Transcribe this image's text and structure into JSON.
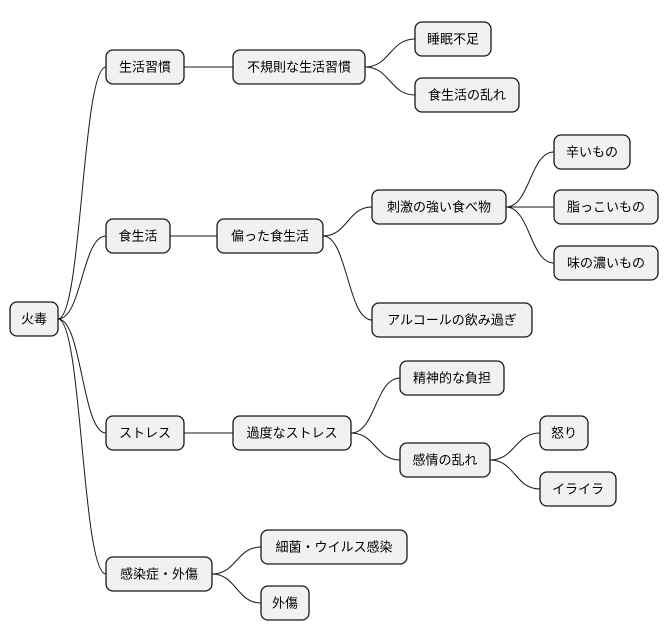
{
  "diagram": {
    "root": {
      "id": "root",
      "label": "火毒"
    },
    "nodes": [
      {
        "id": "n1",
        "parent": "root",
        "label": "生活習慣"
      },
      {
        "id": "n1a",
        "parent": "n1",
        "label": "不規則な生活習慣"
      },
      {
        "id": "n1a1",
        "parent": "n1a",
        "label": "睡眠不足"
      },
      {
        "id": "n1a2",
        "parent": "n1a",
        "label": "食生活の乱れ"
      },
      {
        "id": "n2",
        "parent": "root",
        "label": "食生活"
      },
      {
        "id": "n2a",
        "parent": "n2",
        "label": "偏った食生活"
      },
      {
        "id": "n2a1",
        "parent": "n2a",
        "label": "刺激の強い食べ物"
      },
      {
        "id": "n2a1a",
        "parent": "n2a1",
        "label": "辛いもの"
      },
      {
        "id": "n2a1b",
        "parent": "n2a1",
        "label": "脂っこいもの"
      },
      {
        "id": "n2a1c",
        "parent": "n2a1",
        "label": "味の濃いもの"
      },
      {
        "id": "n2a2",
        "parent": "n2a",
        "label": "アルコールの飲み過ぎ"
      },
      {
        "id": "n3",
        "parent": "root",
        "label": "ストレス"
      },
      {
        "id": "n3a",
        "parent": "n3",
        "label": "過度なストレス"
      },
      {
        "id": "n3a1",
        "parent": "n3a",
        "label": "精神的な負担"
      },
      {
        "id": "n3a2",
        "parent": "n3a",
        "label": "感情の乱れ"
      },
      {
        "id": "n3a2a",
        "parent": "n3a2",
        "label": "怒り"
      },
      {
        "id": "n3a2b",
        "parent": "n3a2",
        "label": "イライラ"
      },
      {
        "id": "n4",
        "parent": "root",
        "label": "感染症・外傷"
      },
      {
        "id": "n4a",
        "parent": "n4",
        "label": "細菌・ウイルス感染"
      },
      {
        "id": "n4b",
        "parent": "n4",
        "label": "外傷"
      }
    ]
  }
}
